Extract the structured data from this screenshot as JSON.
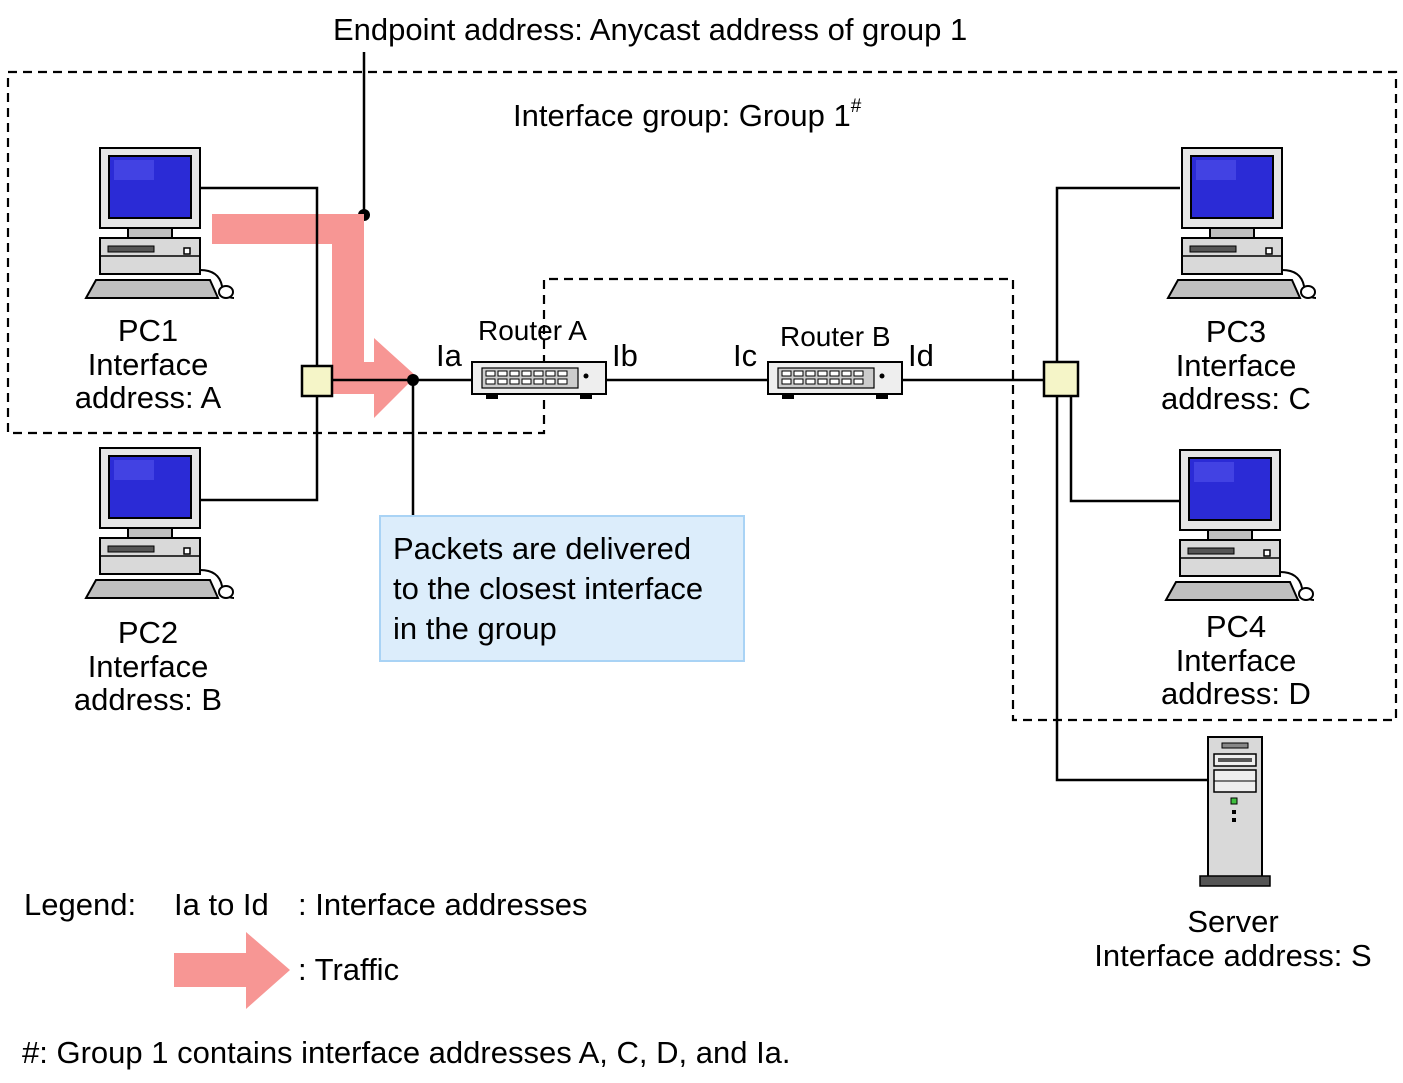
{
  "top_label": "Endpoint address: Anycast address of group 1",
  "group_label": "Interface group: Group 1",
  "group_label_sup": "#",
  "colors": {
    "traffic_arrow": "#f79694",
    "hub": "#f5f5c8",
    "screen": "#2b2bd6",
    "callout_fill": "#dcedfb",
    "callout_border": "#a9d3f5"
  },
  "pcs": [
    {
      "name": "PC1",
      "line2": "Interface",
      "line3": "address: A",
      "icon": "desktop-pc-icon"
    },
    {
      "name": "PC2",
      "line2": "Interface",
      "line3": "address: B",
      "icon": "desktop-pc-icon"
    },
    {
      "name": "PC3",
      "line2": "Interface",
      "line3": "address: C",
      "icon": "desktop-pc-icon"
    },
    {
      "name": "PC4",
      "line2": "Interface",
      "line3": "address: D",
      "icon": "desktop-pc-icon"
    }
  ],
  "routers": [
    {
      "name": "Router A",
      "left_if": "Ia",
      "right_if": "Ib",
      "icon": "router-icon"
    },
    {
      "name": "Router B",
      "left_if": "Ic",
      "right_if": "Id",
      "icon": "router-icon"
    }
  ],
  "server": {
    "name": "Server",
    "address": "Interface address: S",
    "icon": "server-tower-icon"
  },
  "callout": {
    "lines": [
      "Packets are delivered",
      "to the closest interface",
      "in the group"
    ]
  },
  "legend": {
    "title": "Legend:",
    "interfaces_key": "Ia to Id",
    "interfaces_desc": ": Interface addresses",
    "traffic_desc": ": Traffic"
  },
  "footnote": "#: Group 1 contains interface addresses A, C, D, and Ia."
}
